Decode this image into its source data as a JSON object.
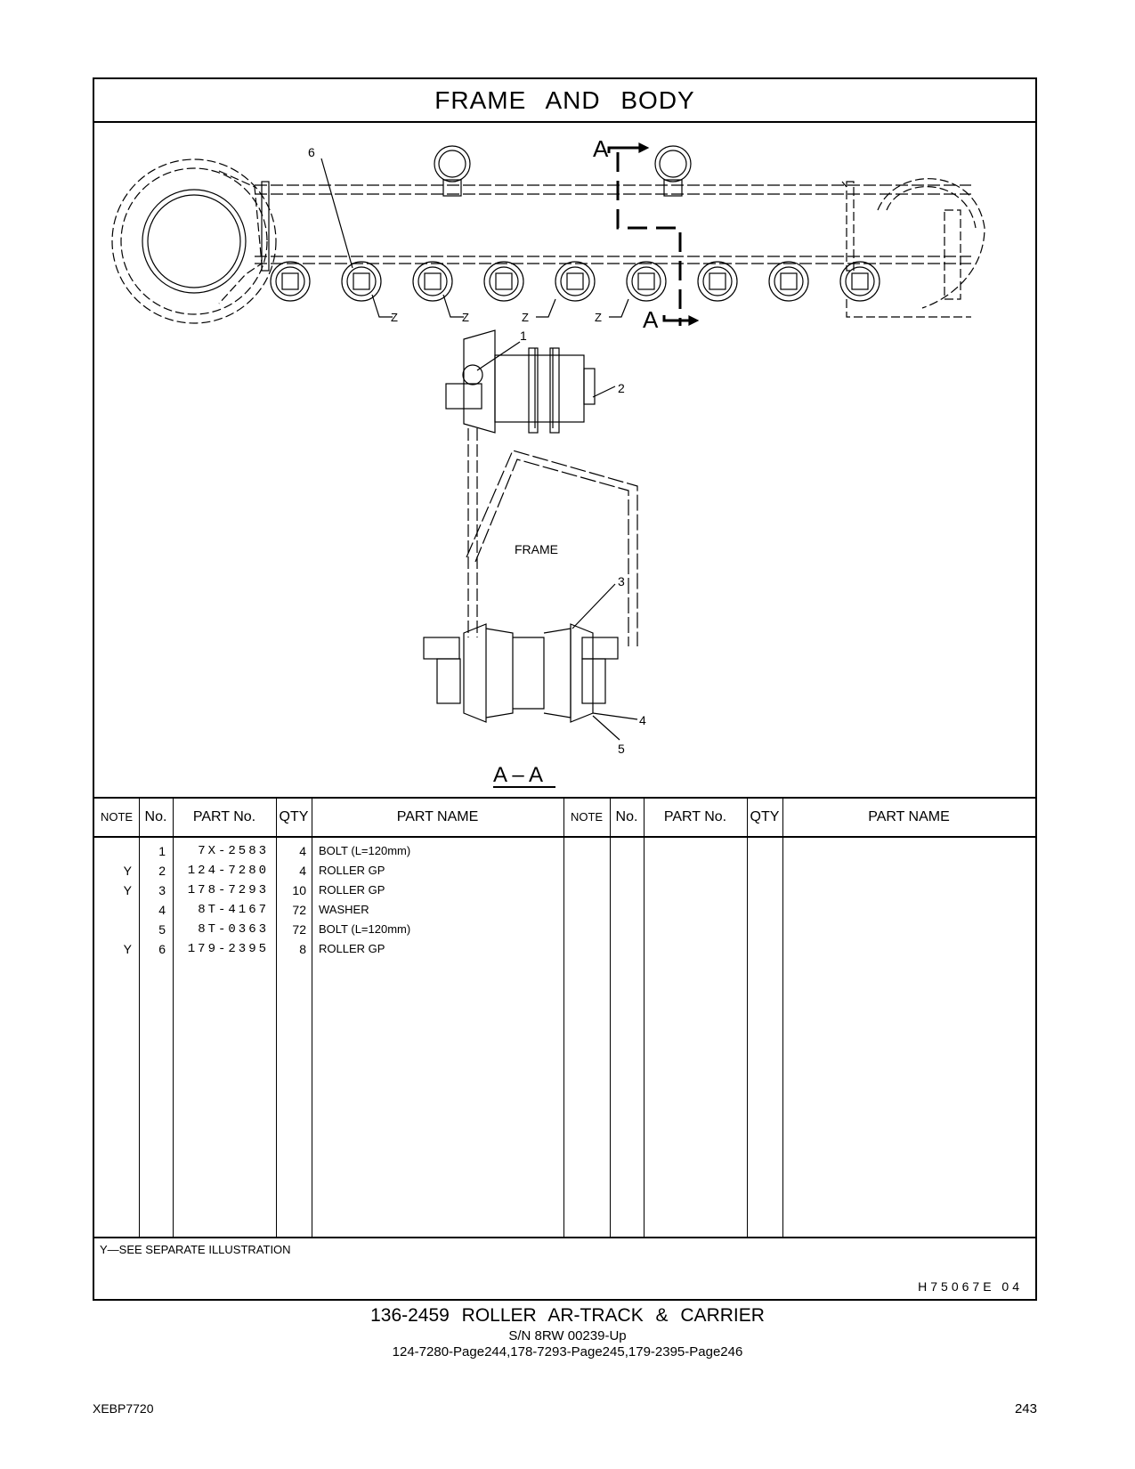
{
  "title": "FRAME AND BODY",
  "drawing": {
    "callouts": [
      "1",
      "2",
      "3",
      "4",
      "5",
      "6"
    ],
    "z_labels": [
      "Z",
      "Z",
      "Z",
      "Z"
    ],
    "section_marker": "A",
    "frame_label": "FRAME",
    "section_label": "A – A"
  },
  "table": {
    "headers": {
      "note": "NOTE",
      "no": "No.",
      "part_no": "PART No.",
      "qty": "QTY",
      "part_name": "PART NAME"
    },
    "rows": [
      {
        "note": "",
        "no": "1",
        "part_no": "7X-2583",
        "qty": "4",
        "part_name": "BOLT (L=120mm)"
      },
      {
        "note": "Y",
        "no": "2",
        "part_no": "124-7280",
        "qty": "4",
        "part_name": "ROLLER  GP"
      },
      {
        "note": "Y",
        "no": "3",
        "part_no": "178-7293",
        "qty": "10",
        "part_name": "ROLLER  GP"
      },
      {
        "note": "",
        "no": "4",
        "part_no": "8T-4167",
        "qty": "72",
        "part_name": "WASHER"
      },
      {
        "note": "",
        "no": "5",
        "part_no": "8T-0363",
        "qty": "72",
        "part_name": "BOLT (L=120mm)"
      },
      {
        "note": "Y",
        "no": "6",
        "part_no": "179-2395",
        "qty": "8",
        "part_name": "ROLLER  GP"
      }
    ]
  },
  "footnote": "Y—SEE  SEPARATE  ILLUSTRATION",
  "drawing_number": "H75067E  04",
  "caption": {
    "line1": "136-2459   ROLLER  AR-TRACK  &  CARRIER",
    "line2": "S/N 8RW 00239-Up",
    "line3": "124-7280-Page244,178-7293-Page245,179-2395-Page246"
  },
  "doc_id": "XEBP7720",
  "page_number": "243"
}
